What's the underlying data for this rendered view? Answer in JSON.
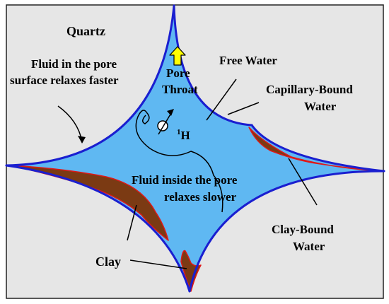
{
  "labels": {
    "quartz": "Quartz",
    "fluid_surface_line1": "Fluid in the pore",
    "fluid_surface_line2": "surface relaxes faster",
    "pore_throat_line1": "Pore",
    "pore_throat_line2": "Throat",
    "free_water": "Free Water",
    "capillary_bound_line1": "Capillary-Bound",
    "capillary_bound_line2": "Water",
    "hydrogen": "H",
    "hydrogen_superscript": "1",
    "fluid_inside_line1": "Fluid inside the pore",
    "fluid_inside_line2": "relaxes slower",
    "clay_bound_line1": "Clay-Bound",
    "clay_bound_line2": "Water",
    "clay": "Clay"
  },
  "colors": {
    "quartz_background": "#e6e6e6",
    "pore_fluid": "#5fb8f2",
    "pore_wall": "#1a1fd0",
    "clay_fill": "#7b3a13",
    "clay_edge": "#e01818",
    "throat_arrow": "#ffff00",
    "annotation_line": "#000000"
  }
}
